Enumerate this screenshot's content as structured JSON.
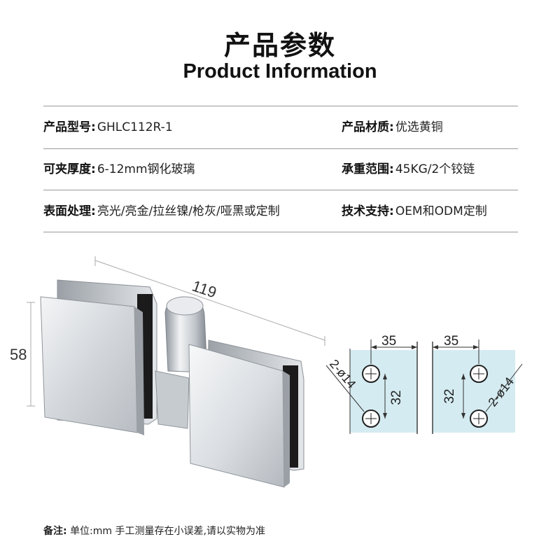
{
  "header": {
    "title_cn": "产品参数",
    "title_en": "Product Information"
  },
  "specs": [
    {
      "label": "产品型号:",
      "value": "GHLC112R-1"
    },
    {
      "label": "产品材质:",
      "value": "优选黄铜"
    },
    {
      "label": "可夹厚度:",
      "value": "6-12mm钢化玻璃"
    },
    {
      "label": "承重范围:",
      "value": "45KG/2个铰链"
    },
    {
      "label": "表面处理:",
      "value": "亮光/亮金/拉丝镍/枪灰/哑黑或定制"
    },
    {
      "label": "技术支持:",
      "value": "OEM和ODM定制"
    }
  ],
  "dimensions": {
    "width": "119",
    "height": "58"
  },
  "hole_diagram": {
    "spacing_h": "35",
    "spacing_v": "32",
    "hole_spec": "2-ø14"
  },
  "note": {
    "label": "备注:",
    "text": "单位:mm 手工测量存在小误差,请以实物为准"
  },
  "colors": {
    "rule": "#9a9a9a",
    "glass": "#d4ebf1",
    "metal": "#c9cdd2"
  }
}
